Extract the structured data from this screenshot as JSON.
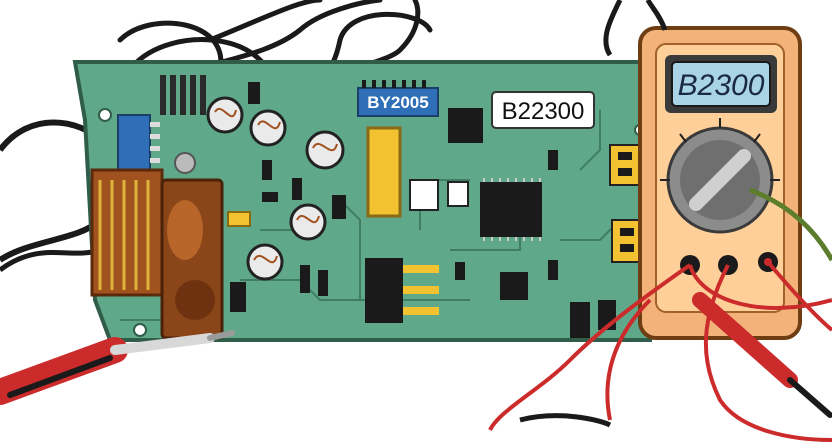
{
  "labels": {
    "chip_label": "BY2005",
    "board_sticker": "B22300",
    "meter_display": "B2300"
  },
  "colors": {
    "background": "#ffffff",
    "pcb_green": "#5fa88a",
    "pcb_edge": "#2f5d4a",
    "trace": "#3f7d64",
    "rust": "#a0521f",
    "meter_body": "#f2b27a",
    "meter_face": "#8c8c8c",
    "lcd": "#a9d3e6",
    "probe_red": "#cc2b2b",
    "wire_black": "#1a1a1a",
    "chip_blue": "#2e6fb7",
    "capacitor_yellow": "#f2c230"
  },
  "icons": {
    "multimeter": "multimeter-icon",
    "screwdriver": "screwdriver-icon",
    "circuit_board": "circuit-board-icon"
  }
}
